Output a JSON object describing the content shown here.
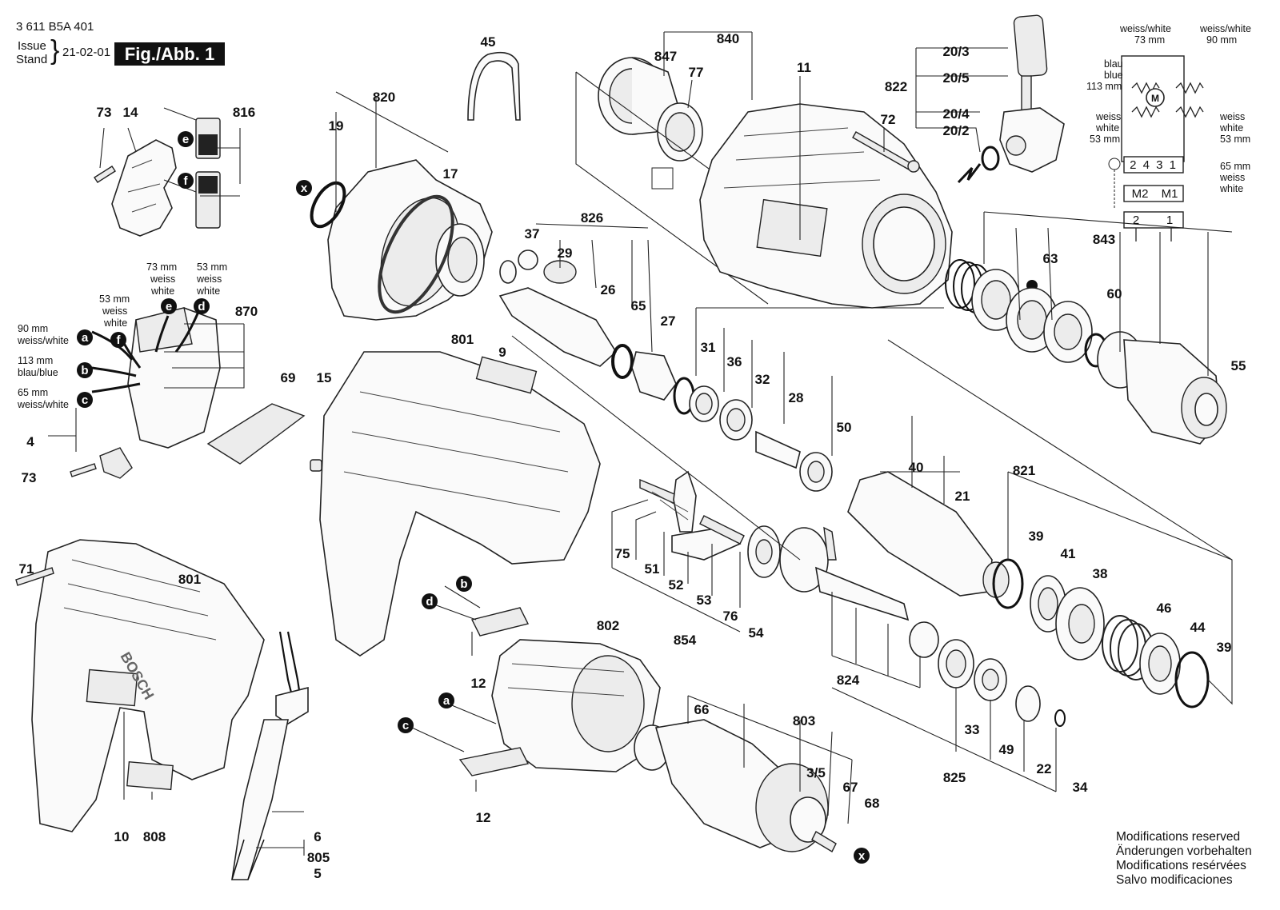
{
  "header": {
    "part_number": "3 611 B5A 401",
    "issue_label": "Issue",
    "stand_label": "Stand",
    "date": "21-02-01",
    "figure": "Fig./Abb. 1"
  },
  "modifications": [
    "Modifications reserved",
    "Änderungen vorbehalten",
    "Modifications resérvées",
    "Salvo modificaciones"
  ],
  "brand_logo": "BOSCH",
  "part_labels": {
    "p45": "45",
    "p840": "840",
    "p847": "847",
    "p77": "77",
    "p11": "11",
    "p20_3": "20/3",
    "p20_5": "20/5",
    "p822": "822",
    "p20_4": "20/4",
    "p20_2": "20/2",
    "p72": "72",
    "p820": "820",
    "p19": "19",
    "p17": "17",
    "p73a": "73",
    "p14": "14",
    "p816": "816",
    "p37": "37",
    "p29": "29",
    "p826": "826",
    "p26": "26",
    "p65": "65",
    "p27": "27",
    "p63": "63",
    "p843": "843",
    "p60": "60",
    "p55": "55",
    "p870": "870",
    "p69": "69",
    "p15": "15",
    "p801a": "801",
    "p9": "9",
    "p31": "31",
    "p36": "36",
    "p32": "32",
    "p28": "28",
    "p50": "50",
    "p4": "4",
    "p73b": "73",
    "p40": "40",
    "p21": "21",
    "p821": "821",
    "p39a": "39",
    "p41": "41",
    "p38": "38",
    "p46": "46",
    "p44": "44",
    "p39b": "39",
    "p75": "75",
    "p51": "51",
    "p52": "52",
    "p53": "53",
    "p76": "76",
    "p54": "54",
    "p854": "854",
    "p71": "71",
    "p801b": "801",
    "p802": "802",
    "p12a": "12",
    "p12b": "12",
    "p824": "824",
    "p33": "33",
    "p49": "49",
    "p22": "22",
    "p34": "34",
    "p825": "825",
    "p66": "66",
    "p803": "803",
    "p3_5": "3/5",
    "p67": "67",
    "p68": "68",
    "p10": "10",
    "p808": "808",
    "p6": "6",
    "p805": "805",
    "p5": "5"
  },
  "wire_notes": {
    "w73mm": "73 mm",
    "weiss1": "weiss",
    "white1": "white",
    "w53mm": "53 mm",
    "weiss2": "weiss",
    "white2": "white",
    "w53mm_b": "53 mm",
    "weiss3": "weiss",
    "white3": "white",
    "w90mm": "90 mm",
    "ww90": "weiss/white",
    "w113mm": "113 mm",
    "bb113": "blau/blue",
    "w65mm": "65 mm",
    "ww65": "weiss/white"
  },
  "schematic": {
    "top_left": "weiss/white",
    "top_left_mm": "73 mm",
    "top_right": "weiss/white",
    "top_right_mm": "90 mm",
    "blau": "blau",
    "blue": "blue",
    "blue_mm": "113 mm",
    "l_weiss": "weiss",
    "l_white": "white",
    "l_mm": "53 mm",
    "r_weiss": "weiss",
    "r_white": "white",
    "r_mm": "53 mm",
    "b_mm": "65 mm",
    "b_weiss": "weiss",
    "b_white": "white",
    "terminals": "2 4 3 1",
    "m2": "M2",
    "m1": "M1",
    "motor": "M",
    "t2": "2",
    "t1": "1"
  },
  "letters": {
    "x1": "x",
    "x2": "x",
    "e1": "e",
    "f1": "f",
    "a1": "a",
    "b1": "b",
    "c1": "c",
    "e2": "e",
    "d1": "d",
    "f2": "f",
    "b2": "b",
    "d2": "d",
    "a2": "a",
    "c2": "c"
  }
}
